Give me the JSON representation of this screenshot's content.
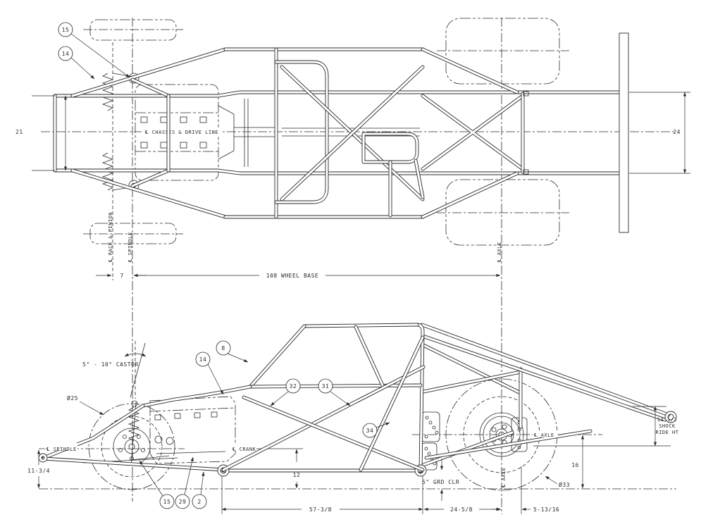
{
  "colors": {
    "line": "#2b2b2b",
    "background": "#ffffff"
  },
  "top_view": {
    "centerline_label": "℄ CHASSIS & DRIVE LINE",
    "callouts": [
      {
        "num": "15"
      },
      {
        "num": "14"
      }
    ],
    "dims": {
      "front_track": "21",
      "rear_track": "24",
      "rack_to_spindle": "7",
      "wheelbase": "108 WHEEL BASE"
    },
    "axis_labels": {
      "rack": "℄ RACK & PINION",
      "spindle": "℄ SPINDLE",
      "axle": "℄ AXLE"
    }
  },
  "side_view": {
    "callouts": [
      {
        "num": "8"
      },
      {
        "num": "14"
      },
      {
        "num": "32"
      },
      {
        "num": "31"
      },
      {
        "num": "34"
      },
      {
        "num": "15"
      },
      {
        "num": "29"
      },
      {
        "num": "2"
      }
    ],
    "labels": {
      "castor": "5° - 10° CASTOR",
      "front_tire_dia": "Ø25",
      "rear_tire_dia": "Ø33",
      "spindle": "℄ SPINDLE",
      "crank": "℄ CRANK",
      "axle": "℄ AXLE",
      "axle_vertical": "℄ AXLE",
      "ground_clearance": "5\" GRD CLR",
      "shock_ride_ht_1": "13-1/2",
      "shock_ride_ht_2": "SHOCK",
      "shock_ride_ht_3": "RIDE HT"
    },
    "dims": {
      "spindle_height": "11-3/4",
      "crank_height": "12",
      "axle_to_ground": "16",
      "front_to_rear": "57-3/8",
      "rear_section": "24-5/8",
      "axle_offset": "5-13/16"
    }
  }
}
